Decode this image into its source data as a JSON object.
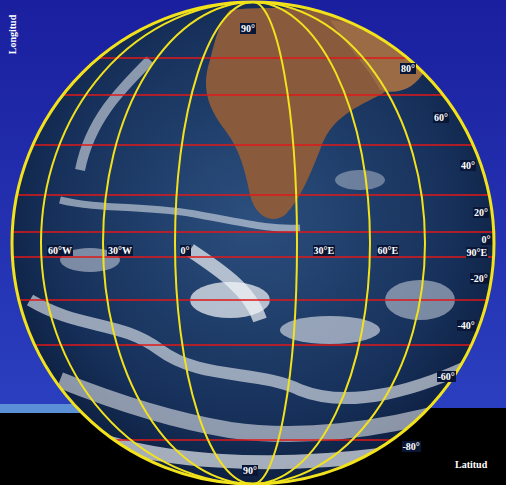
{
  "diagram": {
    "labels": [
      "Longitud",
      "90°",
      "80°",
      "60°",
      "40°",
      "20°",
      "0°",
      "60°W",
      "30°W",
      "0°",
      "30°E",
      "60°E",
      "90°E",
      "-20°",
      "-40°",
      "-60°",
      "-80°",
      "90°",
      "Latitud"
    ]
  }
}
